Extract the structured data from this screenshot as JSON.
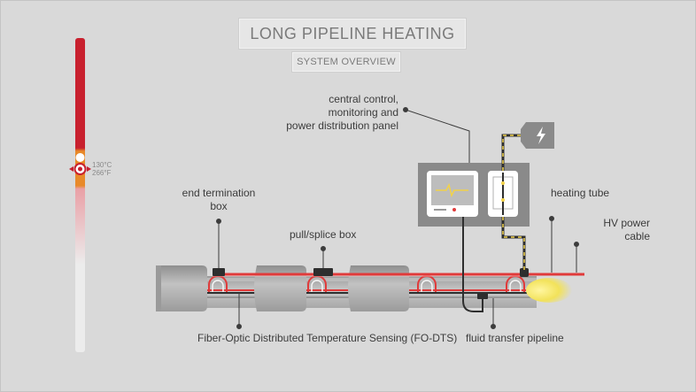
{
  "title": "LONG PIPELINE HEATING",
  "subtitle": "SYSTEM OVERVIEW",
  "thermometer": {
    "temp_c": "130°C",
    "temp_f": "266°F"
  },
  "labels": {
    "central_control_line1": "central control,",
    "central_control_line2": "monitoring and",
    "central_control_line3": "power distribution panel",
    "end_termination_line1": "end termination",
    "end_termination_line2": "box",
    "pull_splice": "pull/splice box",
    "heating_tube": "heating tube",
    "hv_power_line1": "HV power",
    "hv_power_line2": "cable",
    "fo_dts": "Fiber-Optic Distributed Temperature Sensing (FO-DTS)",
    "fluid_pipeline": "fluid transfer pipeline"
  },
  "colors": {
    "heating_red": "#e03a3a",
    "thermometer_red": "#c8202e",
    "thermometer_orange": "#e88a2a",
    "hot_fluid_yellow": "#f2e25a",
    "panel_gray": "#8a8a8a",
    "cable_dark": "#2e2e2e"
  },
  "icons": {
    "power_source": "lightning-bolt-icon",
    "temperature_marker": "target-icon"
  }
}
